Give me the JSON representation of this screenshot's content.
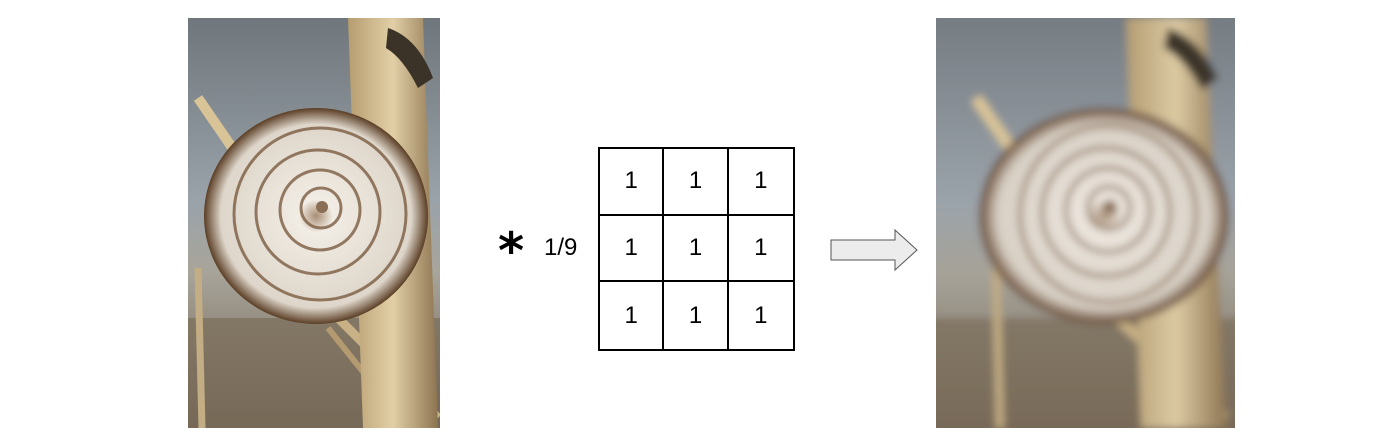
{
  "input_image": {
    "subject": "snail shell on a wooden post",
    "state": "sharp"
  },
  "operator": {
    "symbol": "*",
    "factor": "1/9"
  },
  "kernel": {
    "rows": [
      [
        "1",
        "1",
        "1"
      ],
      [
        "1",
        "1",
        "1"
      ],
      [
        "1",
        "1",
        "1"
      ]
    ]
  },
  "arrow": {
    "icon": "right-arrow-icon",
    "fill": "#ececec"
  },
  "output_image": {
    "subject": "snail shell on a wooden post",
    "state": "blurred"
  },
  "colors": {
    "sky": "#8e979f",
    "ground": "#77695a",
    "wood": "#d2bd92",
    "shell": "#ece6dc",
    "shell_rim": "#6b4a2e"
  }
}
